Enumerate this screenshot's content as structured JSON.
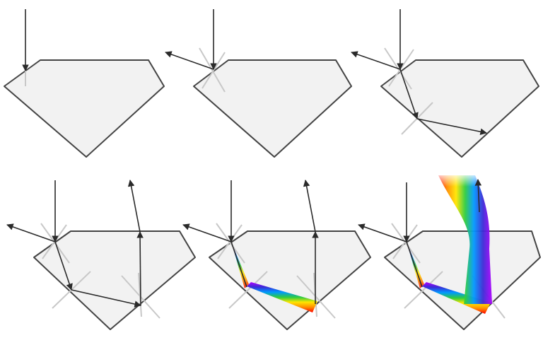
{
  "diagram": {
    "panel_count": 6,
    "panels": [
      {
        "step": 1,
        "shows": [
          "incident-ray"
        ]
      },
      {
        "step": 2,
        "shows": [
          "incident-ray",
          "reflected-ray",
          "normal"
        ]
      },
      {
        "step": 3,
        "shows": [
          "incident-ray",
          "reflected-ray",
          "refracted-ray",
          "internal-reflection"
        ]
      },
      {
        "step": 4,
        "shows": [
          "incident-ray",
          "reflected-ray",
          "internal-reflection",
          "exit-ray"
        ]
      },
      {
        "step": 5,
        "shows": [
          "incident-ray",
          "reflected-ray",
          "internal-reflection",
          "exit-ray",
          "dispersion"
        ]
      },
      {
        "step": 6,
        "shows": [
          "incident-ray",
          "reflected-ray",
          "internal-reflection",
          "dispersion",
          "spectrum-beam"
        ]
      }
    ],
    "colors": {
      "gem_fill": "#f2f2f2",
      "gem_stroke": "#444444",
      "ray": "#2a2a2a",
      "normal": "#c8c8c8",
      "spectrum": [
        "#ff0000",
        "#ff8c00",
        "#ffe600",
        "#2ecc40",
        "#0099ff",
        "#3b2bd6",
        "#b000ff"
      ]
    }
  }
}
